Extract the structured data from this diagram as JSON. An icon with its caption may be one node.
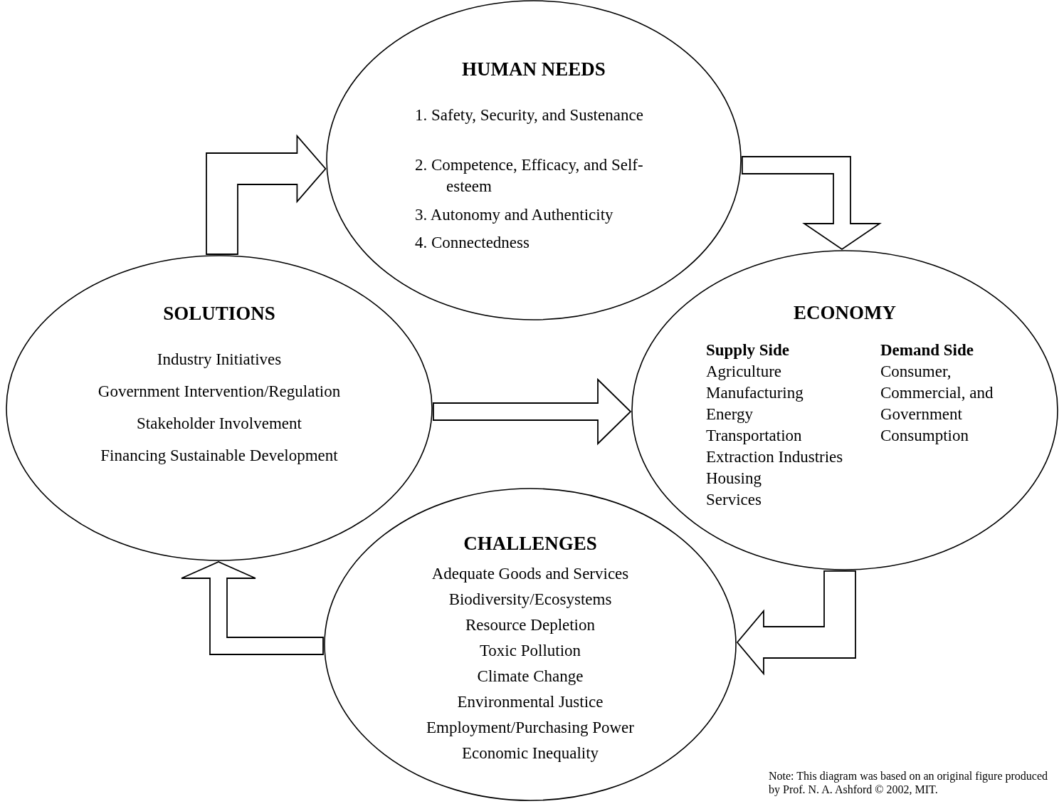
{
  "diagram": {
    "nodes": [
      {
        "text": [
          "HUMAN NEEDS",
          "1. Safety, Security, and Sustenance",
          "2. Competence, Efficacy, and Self-esteem",
          "3. Autonomy and Authenticity",
          "4. Connectedness"
        ]
      },
      {
        "text": [
          "SOLUTIONS",
          "Industry Initiatives",
          "Government Intervention/Regulation",
          "Stakeholder Involvement",
          "Financing Sustainable Development"
        ]
      },
      {
        "text": [
          "ECONOMY",
          "Supply Side",
          "Agriculture",
          "Manufacturing",
          "Energy",
          "Transportation",
          "Extraction Industries",
          "Housing",
          "Services",
          "Demand Side",
          "Consumer, Commercial, and Government Consumption"
        ]
      },
      {
        "text": [
          "CHALLENGES",
          "Adequate Goods and Services",
          "Biodiversity/Ecosystems",
          "Resource Depletion",
          "Toxic Pollution",
          "Climate Change",
          "Environmental Justice",
          "Employment/Purchasing Power",
          "Economic Inequality"
        ]
      }
    ],
    "edges": [
      {
        "from": 1,
        "to": 0,
        "arrow": "to"
      },
      {
        "from": 0,
        "to": 2,
        "arrow": "to"
      },
      {
        "from": 2,
        "to": 3,
        "arrow": "to"
      },
      {
        "from": 3,
        "to": 1,
        "arrow": "to"
      },
      {
        "from": 1,
        "to": 2,
        "arrow": "to"
      }
    ],
    "labels": [
      "Note: This diagram was based on an original figure produced by Prof. N. A. Ashford © 2002, MIT."
    ]
  }
}
